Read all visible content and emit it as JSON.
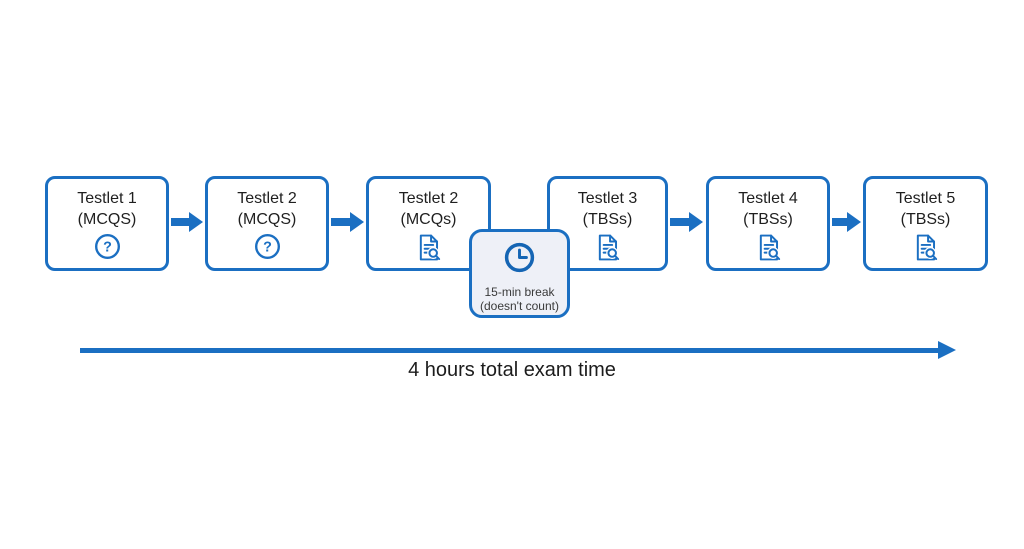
{
  "diagram": {
    "boxes": [
      {
        "title": "Testlet 1",
        "subtitle": "(MCQS)",
        "icon": "question-circle-icon"
      },
      {
        "title": "Testlet 2",
        "subtitle": "(MCQS)",
        "icon": "question-circle-icon"
      },
      {
        "title": "Testlet 2",
        "subtitle": "(MCQs)",
        "icon": "document-search-icon"
      },
      {
        "title": "Testlet 3",
        "subtitle": "(TBSs)",
        "icon": "document-search-icon"
      },
      {
        "title": "Testlet 4",
        "subtitle": "(TBSs)",
        "icon": "document-search-icon"
      },
      {
        "title": "Testlet 5",
        "subtitle": "(TBSs)",
        "icon": "document-search-icon"
      }
    ],
    "break_box": {
      "line1": "15-min break",
      "line2": "(doesn't count)",
      "icon": "clock-icon"
    },
    "timeline_label": "4 hours total exam time",
    "colors": {
      "accent_blue": "#1b6fc2",
      "break_fill": "#eef0f7",
      "text_dark": "#1f1f1f"
    }
  }
}
